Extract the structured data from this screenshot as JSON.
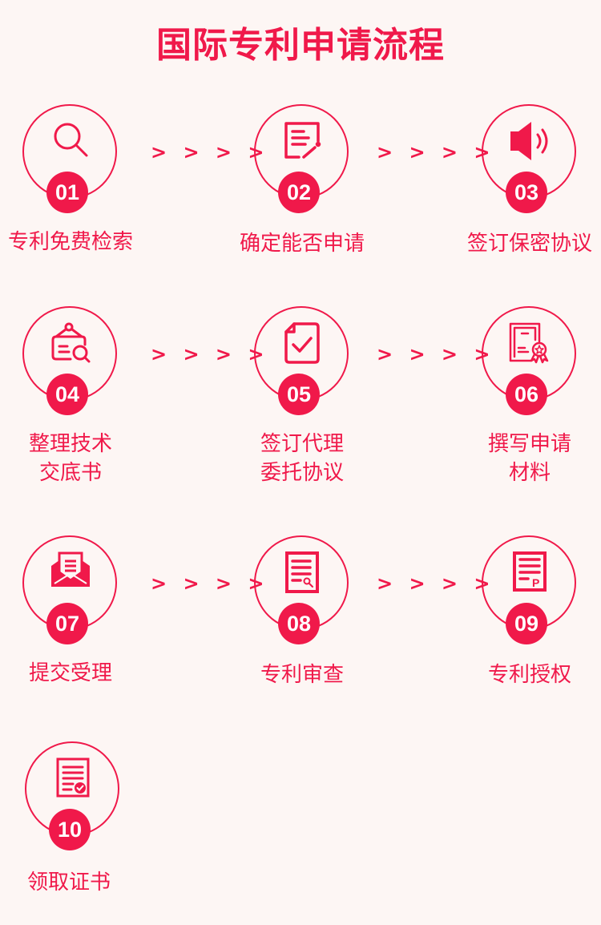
{
  "title": "国际专利申请流程",
  "colors": {
    "accent": "#f0194a",
    "background": "#fdf6f4",
    "badge_text": "#ffffff"
  },
  "arrow_glyph": "> > > >",
  "steps": [
    {
      "number": "01",
      "label": "专利免费检索",
      "icon": "search-icon"
    },
    {
      "number": "02",
      "label": "确定能否申请",
      "icon": "edit-note-icon"
    },
    {
      "number": "03",
      "label": "签订保密协议",
      "icon": "speaker-icon"
    },
    {
      "number": "04",
      "label_line1": "整理技术",
      "label_line2": "交底书",
      "icon": "card-search-icon"
    },
    {
      "number": "05",
      "label_line1": "签订代理",
      "label_line2": "委托协议",
      "icon": "document-check-icon"
    },
    {
      "number": "06",
      "label_line1": "撰写申请",
      "label_line2": "材料",
      "icon": "certificate-icon"
    },
    {
      "number": "07",
      "label": "提交受理",
      "icon": "envelope-letter-icon"
    },
    {
      "number": "08",
      "label": "专利审查",
      "icon": "document-search-icon"
    },
    {
      "number": "09",
      "label": "专利授权",
      "icon": "patent-document-icon"
    },
    {
      "number": "10",
      "label": "领取证书",
      "icon": "document-approved-icon"
    }
  ]
}
